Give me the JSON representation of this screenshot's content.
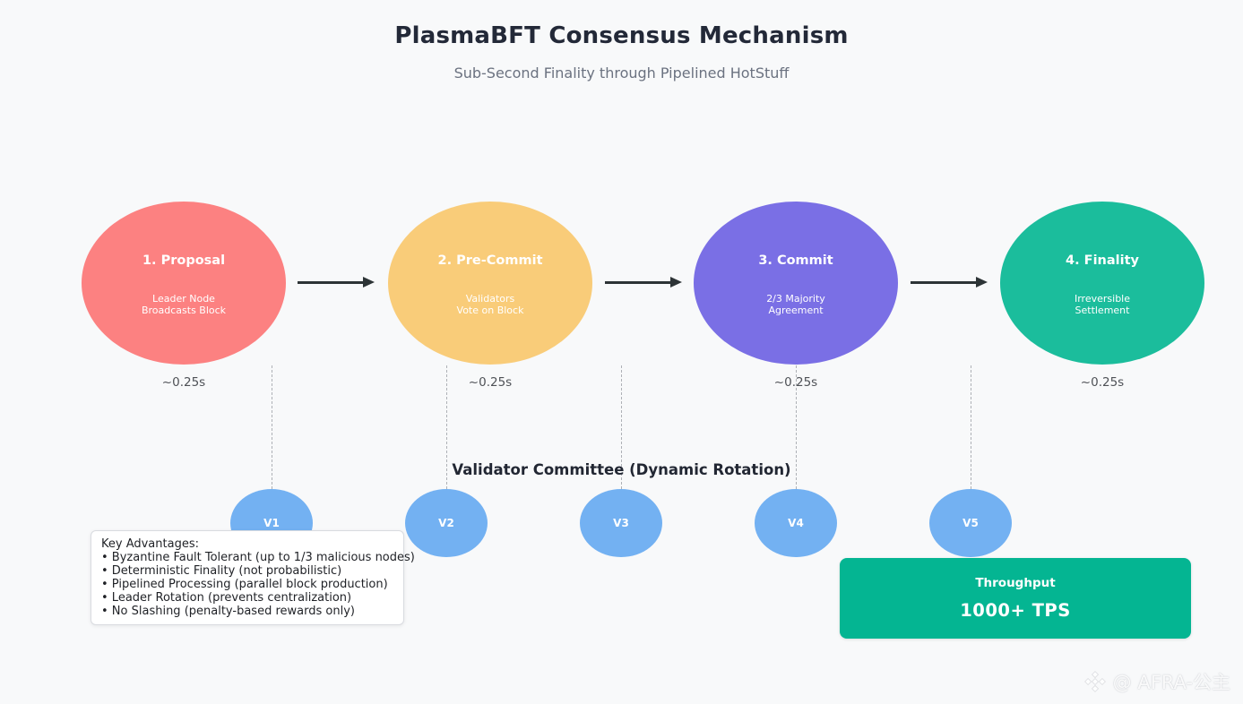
{
  "page": {
    "title": "PlasmaBFT Consensus Mechanism",
    "subtitle": "Sub-Second Finality through Pipelined HotStuff",
    "background_color": "#f8f9fa"
  },
  "stages": [
    {
      "title": "1. Proposal",
      "desc_line1": "Leader Node",
      "desc_line2": "Broadcasts Block",
      "duration": "~0.25s",
      "color": "#fc8181"
    },
    {
      "title": "2. Pre-Commit",
      "desc_line1": "Validators",
      "desc_line2": "Vote on Block",
      "duration": "~0.25s",
      "color": "#f9cc79"
    },
    {
      "title": "3. Commit",
      "desc_line1": "2/3 Majority",
      "desc_line2": "Agreement",
      "duration": "~0.25s",
      "color": "#7a6fe5"
    },
    {
      "title": "4. Finality",
      "desc_line1": "Irreversible",
      "desc_line2": "Settlement",
      "duration": "~0.25s",
      "color": "#1bbd9c"
    }
  ],
  "validator_committee": {
    "heading": "Validator Committee (Dynamic Rotation)",
    "node_color": "#73b1f2",
    "validators": [
      {
        "label": "V1"
      },
      {
        "label": "V2"
      },
      {
        "label": "V3"
      },
      {
        "label": "V4"
      },
      {
        "label": "V5"
      }
    ]
  },
  "advantages": {
    "heading": "Key Advantages:",
    "items": [
      "• Byzantine Fault Tolerant (up to 1/3 malicious nodes)",
      "• Deterministic Finality (not probabilistic)",
      "• Pipelined Processing (parallel block production)",
      "• Leader Rotation (prevents centralization)",
      "• No Slashing (penalty-based rewards only)"
    ]
  },
  "throughput": {
    "label": "Throughput",
    "value": "1000+ TPS",
    "color": "#04b592"
  },
  "watermark": {
    "icon": "diamond-logo-icon",
    "text": "@ AFRA-公主"
  },
  "colors": {
    "arrow": "#2d3436",
    "dashed_connector": "#aeb1b6",
    "title_text": "#232938",
    "subtitle_text": "#6b7280"
  }
}
